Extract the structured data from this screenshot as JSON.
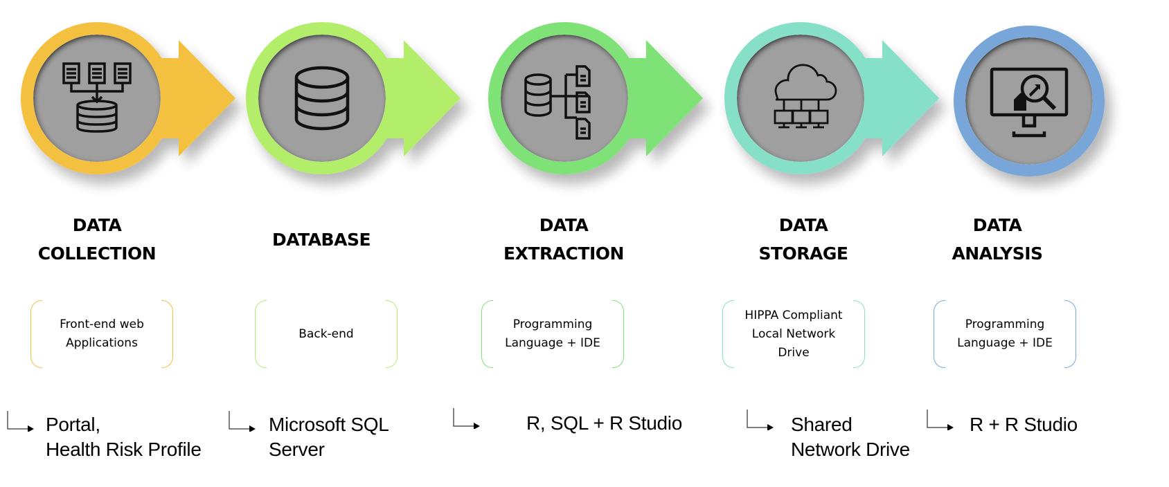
{
  "steps": [
    {
      "title_line1": "DATA",
      "title_line2": "COLLECTION",
      "description_line1": "Front-end web",
      "description_line2": "Applications",
      "tool_line1": "Portal,",
      "tool_line2": "Health Risk Profile",
      "icon": "documents-to-database-icon",
      "color": "#F4C040"
    },
    {
      "title_line1": "DATABASE",
      "title_line2": "",
      "description_line1": "Back-end",
      "description_line2": "",
      "tool_line1": "Microsoft SQL",
      "tool_line2": "Server",
      "icon": "database-icon",
      "color": "#B3EE6A"
    },
    {
      "title_line1": "DATA",
      "title_line2": "EXTRACTION",
      "description_line1": "Programming",
      "description_line2": "Language + IDE",
      "tool_line1": "R, SQL + R Studio",
      "tool_line2": "",
      "icon": "database-hierarchy-icon",
      "color": "#7EE276"
    },
    {
      "title_line1": "DATA",
      "title_line2": "STORAGE",
      "description_line1": "HIPPA Compliant",
      "description_line2": "Local Network",
      "description_line3": "Drive",
      "tool_line1": "Shared",
      "tool_line2": "Network Drive",
      "icon": "cloud-network-icon",
      "color": "#86DFC7"
    },
    {
      "title_line1": "DATA",
      "title_line2": "ANALYSIS",
      "description_line1": "Programming",
      "description_line2": "Language + IDE",
      "tool_line1": "R + R Studio",
      "tool_line2": "",
      "icon": "monitor-analytics-icon",
      "color": "#78A6D9"
    }
  ]
}
